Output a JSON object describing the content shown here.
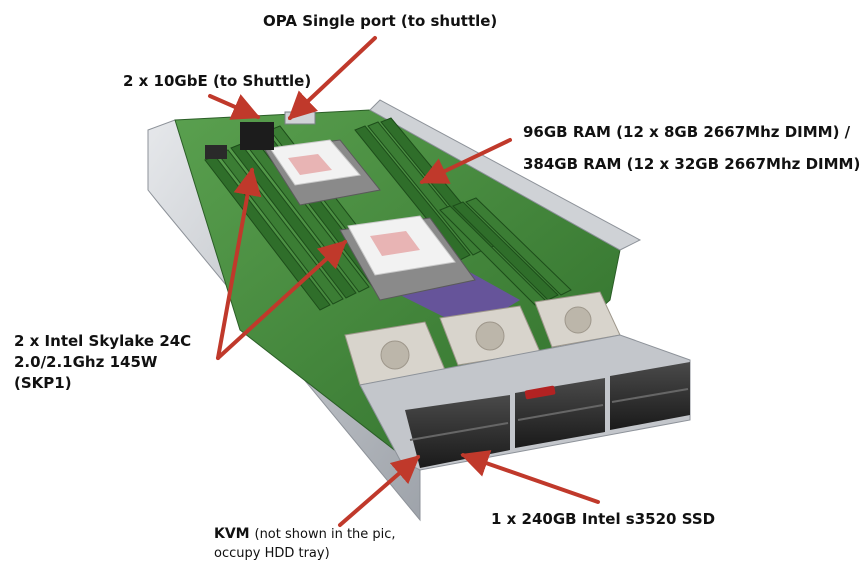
{
  "labels": {
    "opa": "OPA Single port (to shuttle)",
    "tengbe": "2 x 10GbE (to Shuttle)",
    "ram_line1": "96GB RAM (12 x 8GB 2667Mhz DIMM) /",
    "ram_line2": "384GB RAM (12 x 32GB 2667Mhz DIMM)",
    "cpu_line1": "2 x Intel Skylake 24C",
    "cpu_line2": "2.0/2.1Ghz 145W",
    "cpu_line3": "(SKP1)",
    "ssd": "1 x 240GB Intel s3520 SSD",
    "kvm_bold": "KVM",
    "kvm_note_line1": "(not shown in the pic,",
    "kvm_note_line2": "occupy HDD tray)"
  },
  "colors": {
    "arrow": "#c0392b",
    "chassis": "#b8bcc2",
    "board": "#3f8a3c",
    "dimm": "#2f6e2a",
    "heatsink": "#8a8a8a",
    "drive": "#d8d4cc",
    "front_panel": "#2a2a2a",
    "purple_board": "#6a4fa5"
  },
  "icons": {
    "image": "server-node-illustration"
  }
}
